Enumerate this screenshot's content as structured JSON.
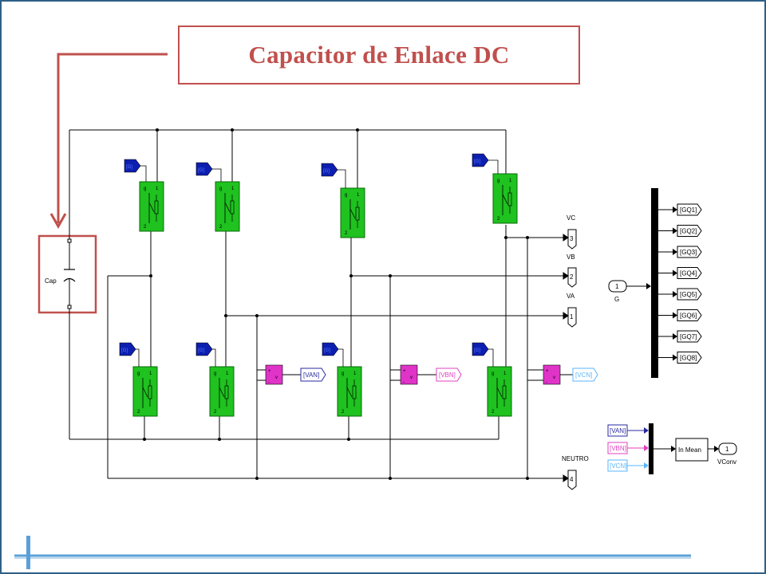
{
  "title": "Capacitor de Enlace DC",
  "capacitor": {
    "label": "Cap"
  },
  "ports": {
    "vc": {
      "label": "VC",
      "num": "3"
    },
    "vb": {
      "label": "VB",
      "num": "2"
    },
    "va": {
      "label": "VA",
      "num": "1"
    },
    "neutro": {
      "label": "NEUTRO",
      "num": "4"
    },
    "g": {
      "label": "G",
      "num": "1"
    },
    "vconv": {
      "label": "VConv",
      "num": "1"
    }
  },
  "goto_tags": [
    "[GQ1]",
    "[GQ2]",
    "[GQ3]",
    "[GQ4]",
    "[GQ5]",
    "[GQ6]",
    "[GQ7]",
    "[GQ8]"
  ],
  "voltage_tags": {
    "van": "[VAN]",
    "vbn": "[VBN]",
    "vcn": "[VCN]"
  },
  "mux_inputs": [
    "[VAN]",
    "[VBN]",
    "[VCN]"
  ],
  "mean_block": "In Mean",
  "colors": {
    "accent": "#c0504d",
    "switch": "#1fc21f",
    "sensor": "#e033c8",
    "from_tag": "#0d1fb0",
    "van": "#2a2aa0",
    "vbn": "#e040c0",
    "vcn": "#59b6ff"
  }
}
